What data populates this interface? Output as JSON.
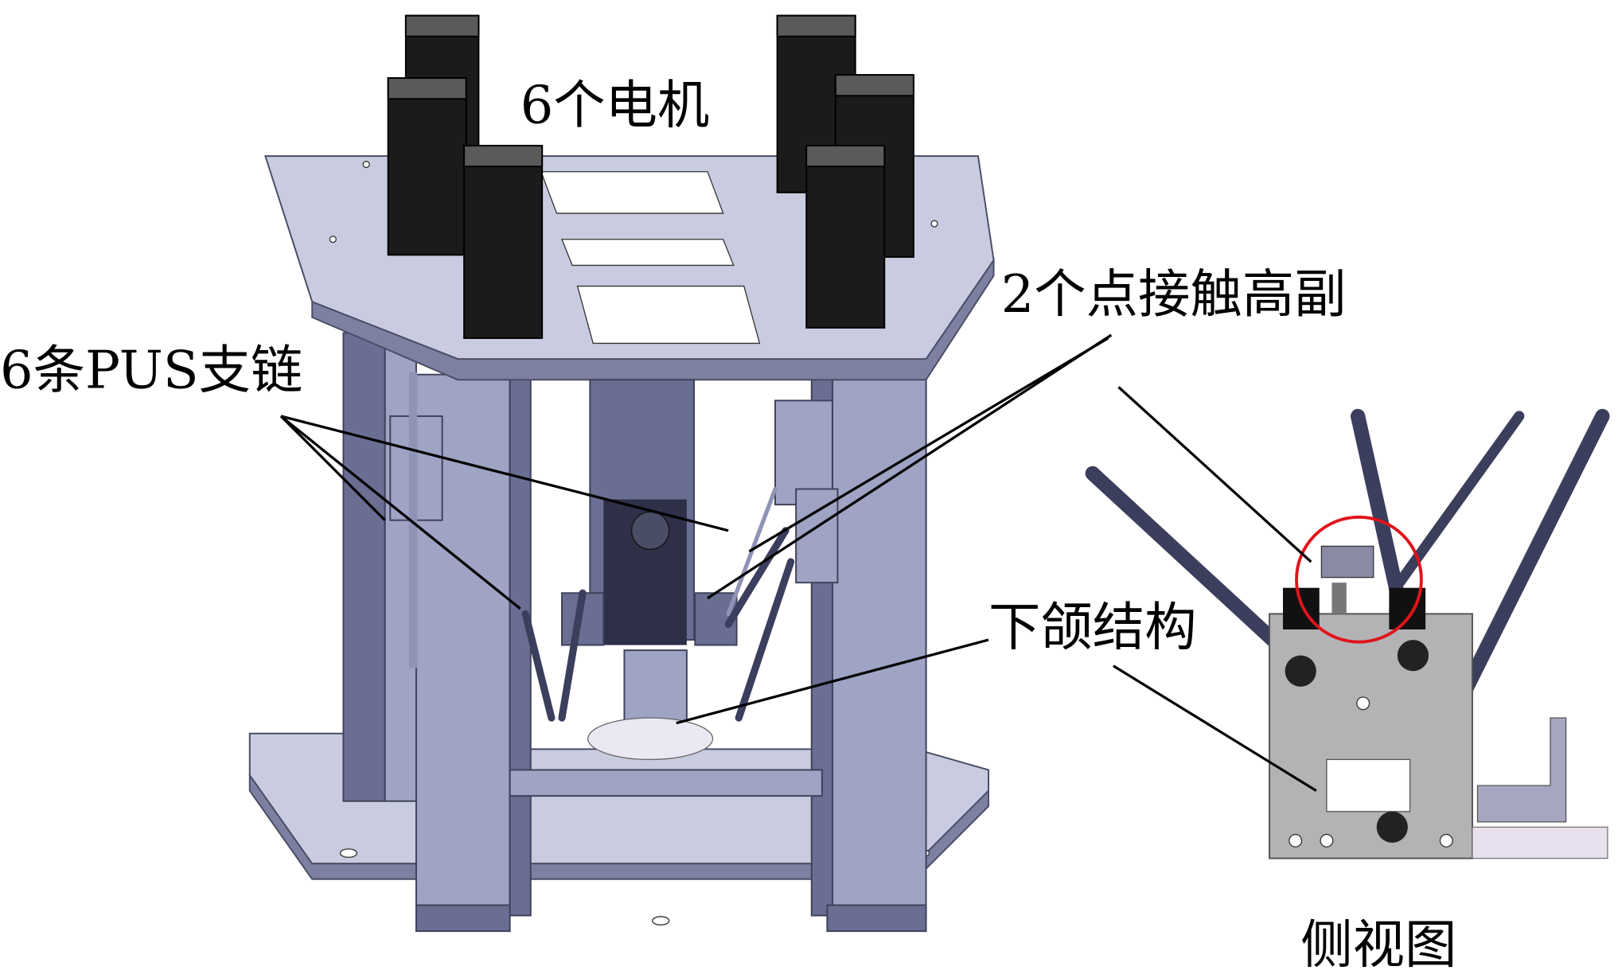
{
  "labels": {
    "motors": "6个电机",
    "contact_pairs": "2个点接触高副",
    "pus_chains": "6条PUS支链",
    "jaw": "下颌结构",
    "side_view": "侧视图"
  },
  "colors": {
    "frame": "#c9cce0",
    "motor": "#1b1b1b",
    "highlight_circle": "#e0141b"
  }
}
